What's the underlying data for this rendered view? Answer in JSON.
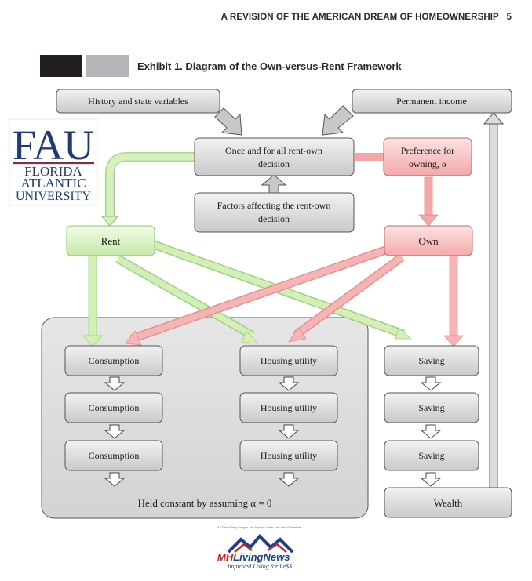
{
  "header": {
    "running_title": "A REVISION OF THE AMERICAN DREAM OF HOMEOWNERSHIP",
    "page_number": "5"
  },
  "exhibit": {
    "title": "Exhibit 1. Diagram of the Own-versus-Rent Framework"
  },
  "boxes": {
    "history": "History and state variables",
    "permanent_income": "Permanent income",
    "decision_line1": "Once and for all rent-own",
    "decision_line2": "decision",
    "preference_line1": "Preference for",
    "preference_line2": "owning, α",
    "factors_line1": "Factors affecting the rent-own",
    "factors_line2": "decision",
    "rent": "Rent",
    "own": "Own",
    "consumption": "Consumption",
    "housing_utility": "Housing utility",
    "saving": "Saving",
    "wealth": "Wealth",
    "held_constant": "Held constant by assuming α = 0"
  },
  "fau_logo": {
    "monogram": "FAU",
    "line1": "FLORIDA",
    "line2": "ATLANTIC",
    "line3": "UNIVERSITY"
  },
  "mh_logo": {
    "notice": "All Third Party Images are Shown Under Fair Use Guidelines",
    "name_mh": "MH",
    "name_rest": "LivingNews",
    "tagline": "Improved Living for Le$$"
  },
  "colors": {
    "gray_box": "#d9d9d9",
    "green_box": "#d8f0c0",
    "red_box": "#f8c6c6",
    "green_arrow": "#cdeeb0",
    "red_arrow": "#f4a7a7",
    "fau_blue": "#1f3a74",
    "fau_red": "#c8102e"
  }
}
